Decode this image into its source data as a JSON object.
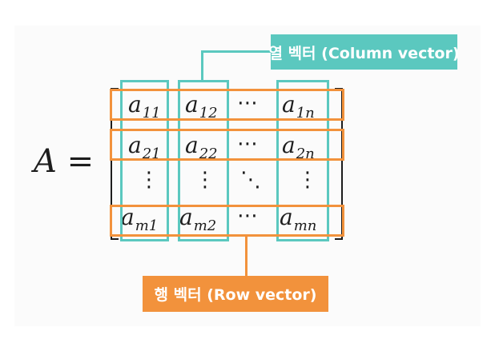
{
  "lhs": {
    "var": "A",
    "eq": "="
  },
  "matrix": {
    "rows": [
      [
        {
          "base": "a",
          "sub": "11"
        },
        {
          "base": "a",
          "sub": "12"
        },
        {
          "text": "⋯"
        },
        {
          "base": "a",
          "sub": "1n"
        }
      ],
      [
        {
          "base": "a",
          "sub": "21"
        },
        {
          "base": "a",
          "sub": "22"
        },
        {
          "text": "⋯"
        },
        {
          "base": "a",
          "sub": "2n"
        }
      ],
      [
        {
          "text": "⋮"
        },
        {
          "text": "⋮"
        },
        {
          "text": "⋱"
        },
        {
          "text": "⋮"
        }
      ],
      [
        {
          "base": "a",
          "sub": "m1"
        },
        {
          "base": "a",
          "sub": "m2"
        },
        {
          "text": "⋯"
        },
        {
          "base": "a",
          "sub": "mn"
        }
      ]
    ]
  },
  "labels": {
    "column_vector": "열 벡터 (Column vector)",
    "row_vector": "행 벡터  (Row vector)"
  },
  "colors": {
    "column_highlight": "#5bc8bf",
    "row_highlight": "#f2923c",
    "text": "#1d1d1d"
  }
}
